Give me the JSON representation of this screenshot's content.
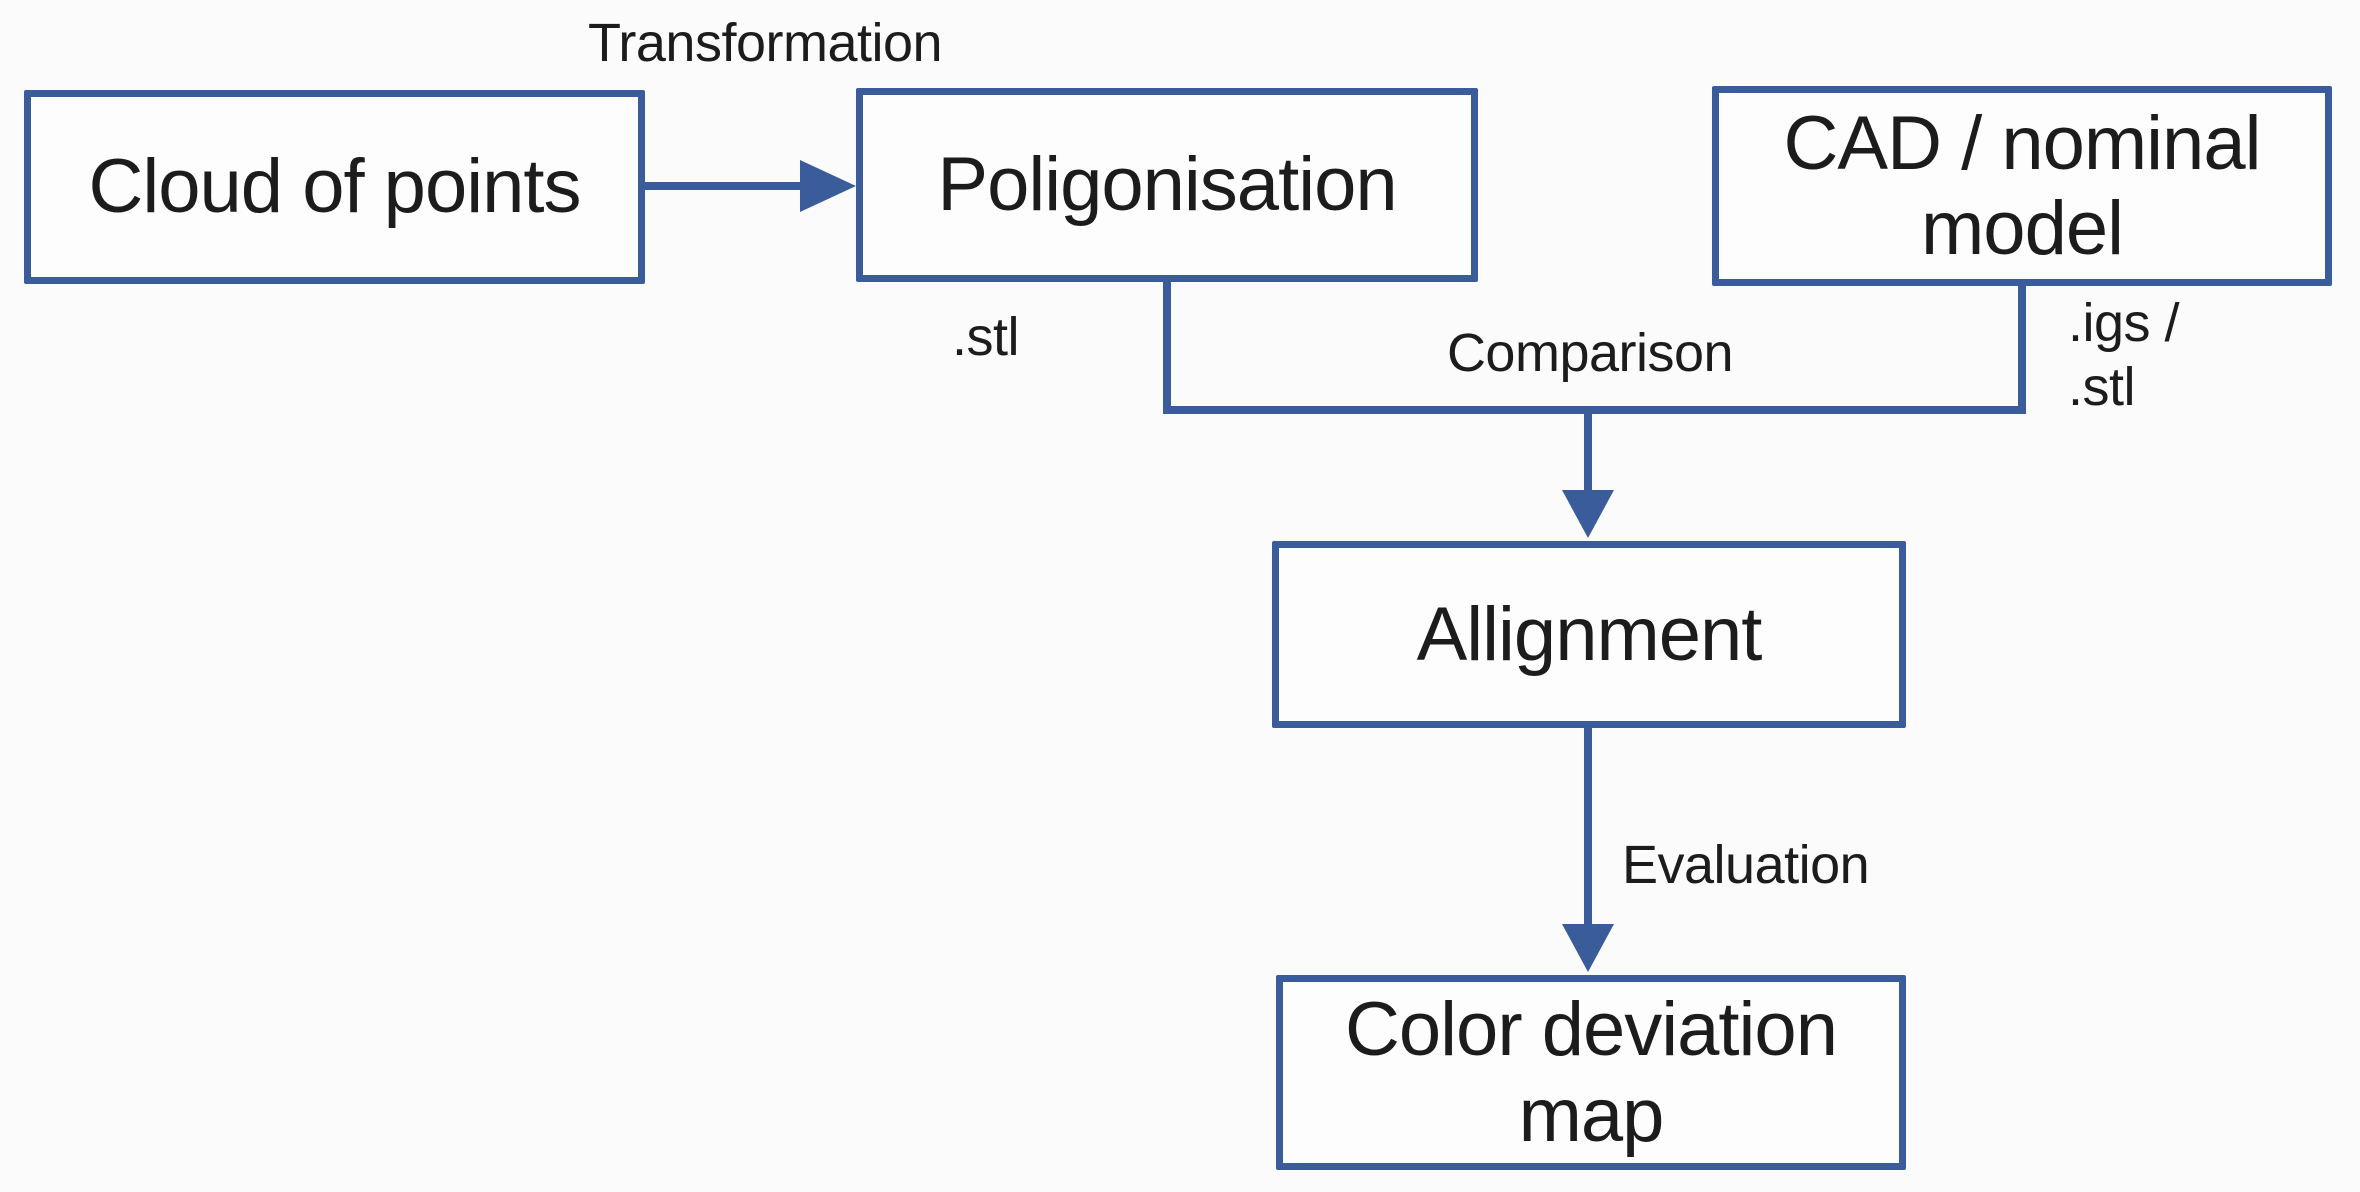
{
  "diagram": {
    "nodes": {
      "cloud": {
        "label": "Cloud of points"
      },
      "polig": {
        "label": "Poligonisation"
      },
      "cad": {
        "label": "CAD / nominal model"
      },
      "allign": {
        "label": "Allignment"
      },
      "colormap": {
        "label": "Color deviation map"
      }
    },
    "edge_labels": {
      "transformation": "Transformation",
      "stl": ".stl",
      "comparison": "Comparison",
      "igs_stl": ".igs /\n.stl",
      "evaluation": "Evaluation"
    },
    "colors": {
      "line": "#3a5c9a",
      "box_fill": "#fdfdfd",
      "text": "#1c1c1c",
      "background": "#fbfbfb"
    }
  }
}
